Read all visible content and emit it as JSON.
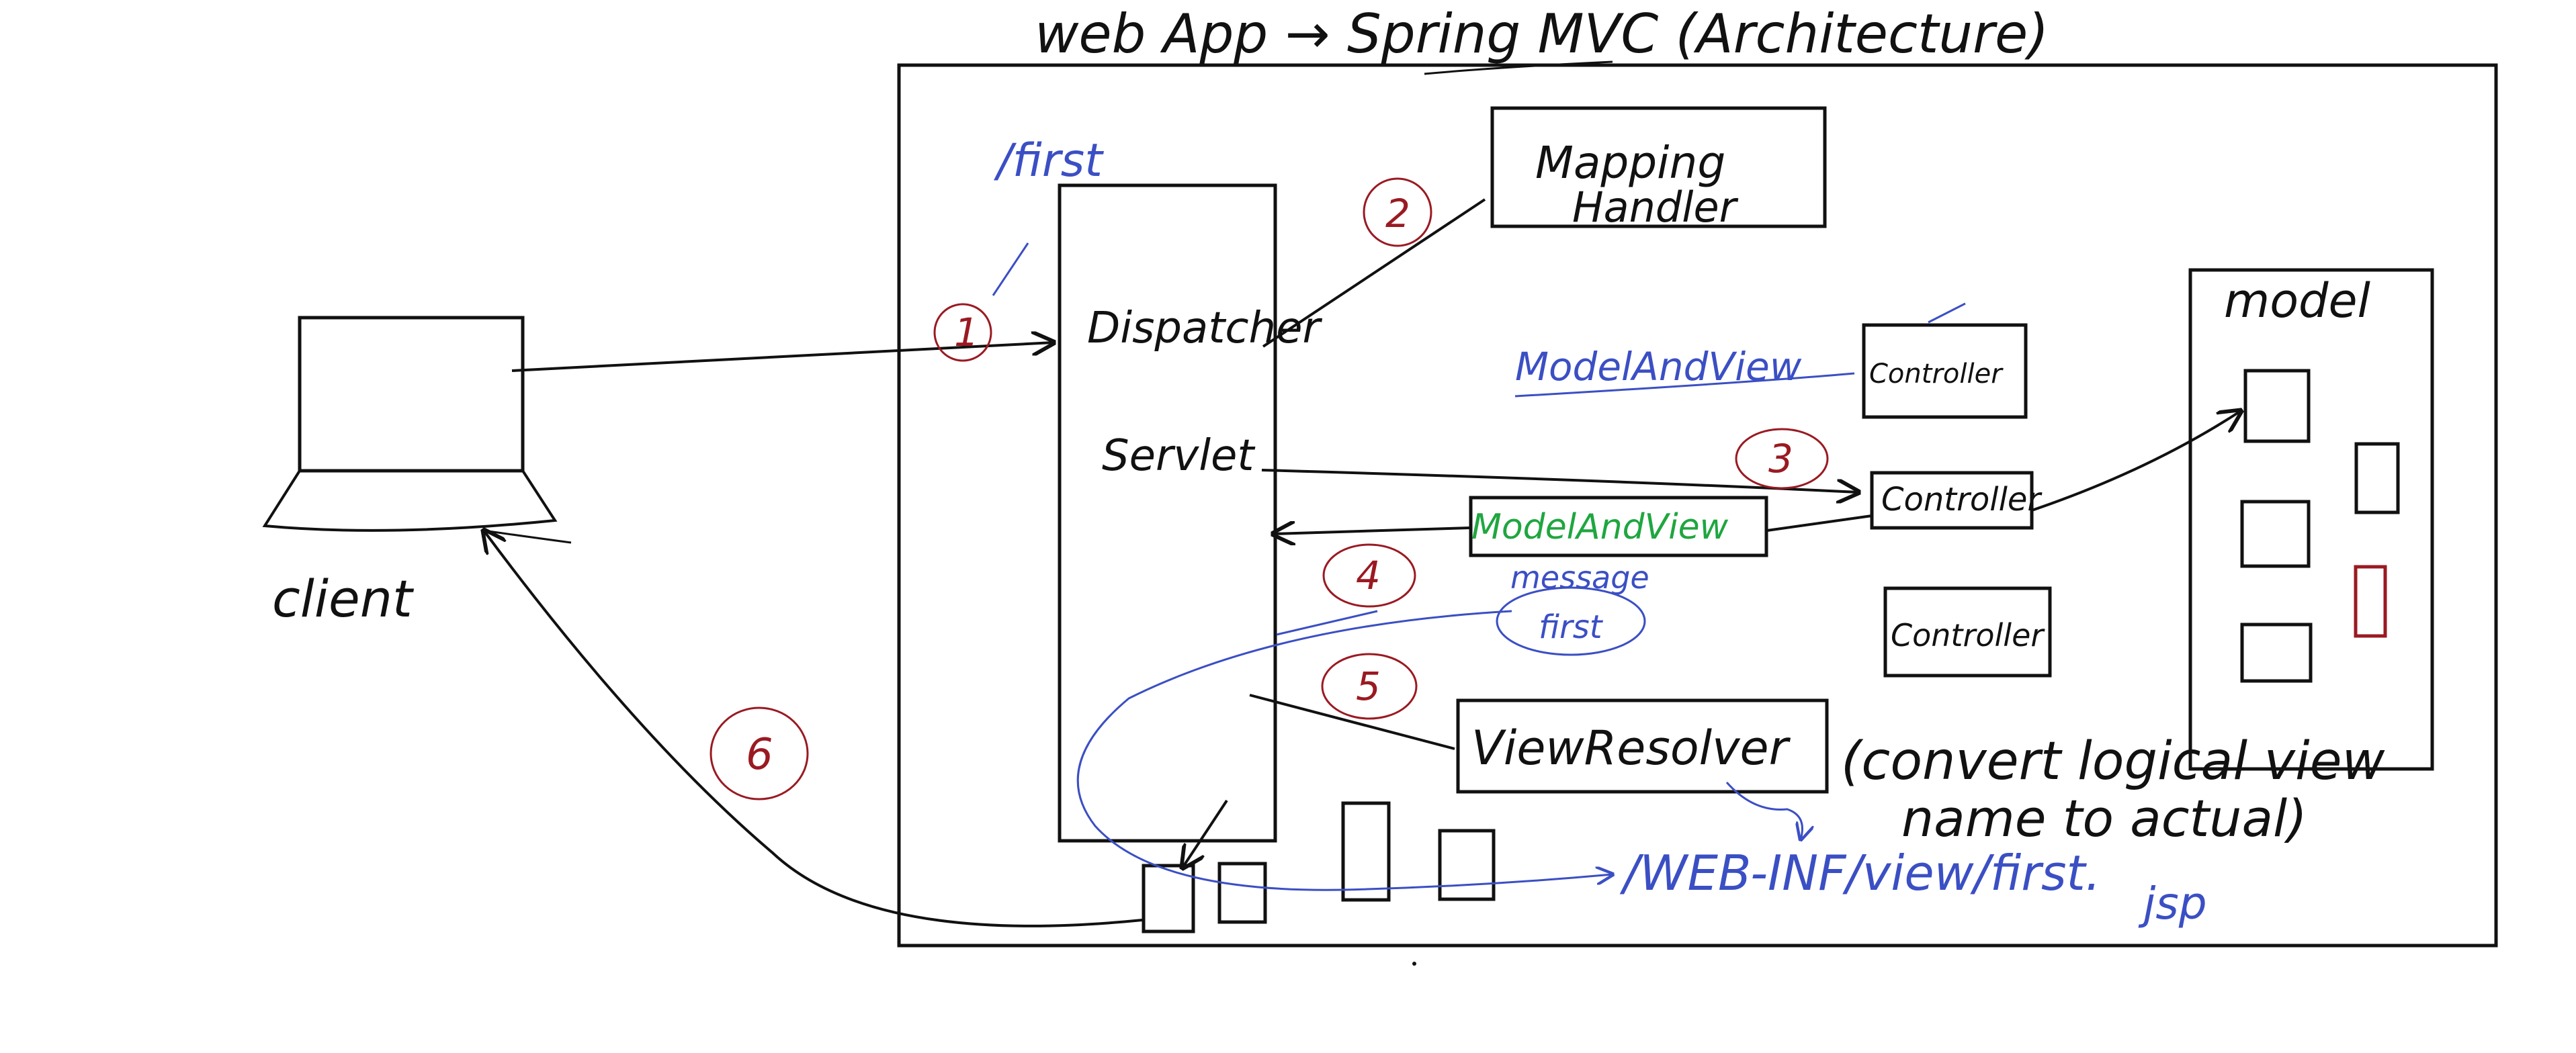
{
  "title": "web App → Spring MVC (Architecture)",
  "client": {
    "label": "client"
  },
  "dispatcher": {
    "line1": "Dispatcher",
    "line2": "Servlet",
    "url": "/first"
  },
  "mapping_handler": {
    "line1": "Mapping",
    "line2": "Handler"
  },
  "controllers": {
    "top": "Controller",
    "middle": "Controller",
    "bottom": "Controller"
  },
  "model": {
    "label": "model"
  },
  "model_and_view": {
    "green": "ModelAndView",
    "blue": "ModelAndView"
  },
  "message": {
    "line1": "message",
    "line2": "first"
  },
  "view_resolver": {
    "label": "ViewResolver"
  },
  "note": {
    "line1": "(convert logical view",
    "line2": "name to actual)"
  },
  "jsp_path": {
    "line1": "/WEB-INF/view/first.",
    "line2": "jsp"
  },
  "steps": [
    "1",
    "2",
    "3",
    "4",
    "5",
    "6"
  ],
  "colors": {
    "ink": "#111111",
    "blue": "#3b4fc4",
    "green": "#1fa640",
    "red": "#9a1a22"
  }
}
